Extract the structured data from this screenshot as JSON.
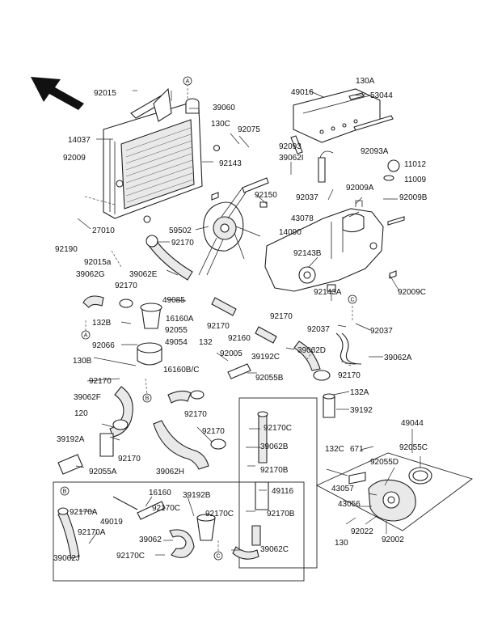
{
  "markers": {
    "a": "A",
    "b": "B",
    "c": "C"
  },
  "labels": {
    "p92015": "92015",
    "p39060": "39060",
    "p14037": "14037",
    "p130c": "130C",
    "p92075": "92075",
    "p92009": "92009",
    "p92143": "92143",
    "p92150": "92150",
    "p27010": "27010",
    "p59502": "59502",
    "p92190": "92190",
    "p92170_fan": "92170",
    "p92015a": "92015a",
    "p39062e": "39062E",
    "p39062g": "39062G",
    "p92170_g": "92170",
    "p49085": "49085",
    "p16160a": "16160A",
    "p132b": "132B",
    "p92055": "92055",
    "p49054": "49054",
    "p92066": "92066",
    "p132": "132",
    "p92170_mid": "92170",
    "p92160": "92160",
    "p92170_mid2": "92170",
    "p92005": "92005",
    "p39192c": "39192C",
    "p130b": "130B",
    "p16160bc": "16160B/C",
    "p92055b": "92055B",
    "p92170_l": "92170",
    "p39062f": "39062F",
    "p92170_h": "92170",
    "p120": "120",
    "p92170_h2": "92170",
    "p39192a": "39192A",
    "p92170_la": "92170",
    "p92055a": "92055A",
    "p39062h": "39062H",
    "p49016": "49016",
    "p130a": "130A",
    "p53044": "53044",
    "p92093": "92093",
    "p39062i": "39062I",
    "p92093a": "92093A",
    "p11012": "11012",
    "p11009": "11009",
    "p92037": "92037",
    "p92009a": "92009A",
    "p92009b": "92009B",
    "p43078": "43078",
    "p14090": "14090",
    "p92143b": "92143B",
    "p92009c": "92009C",
    "p92143a": "92143A",
    "p92037b": "92037",
    "p92037c": "92037",
    "p39062d": "39062D",
    "p39062a": "39062A",
    "p92170_r": "92170",
    "p132a": "132A",
    "p39192": "39192",
    "p49044": "49044",
    "p132c": "132C",
    "p671": "671",
    "p92055c": "92055C",
    "p92055d": "92055D",
    "p43057": "43057",
    "p43056": "43056",
    "p130": "130",
    "p92022": "92022",
    "p92002": "92002",
    "p92170c_1": "92170C",
    "p39062b": "39062B",
    "p92170b_1": "92170B",
    "p49116": "49116",
    "p92170b_2": "92170B",
    "p92170c_2": "92170C",
    "p39062c": "39062C",
    "p16160": "16160",
    "p39192b": "39192B",
    "p92170a_1": "92170A",
    "p49019": "49019",
    "p92170c_3": "92170C",
    "p92170a_2": "92170A",
    "p39062": "39062",
    "p92170c_4": "92170C",
    "p39062j": "39062J"
  }
}
